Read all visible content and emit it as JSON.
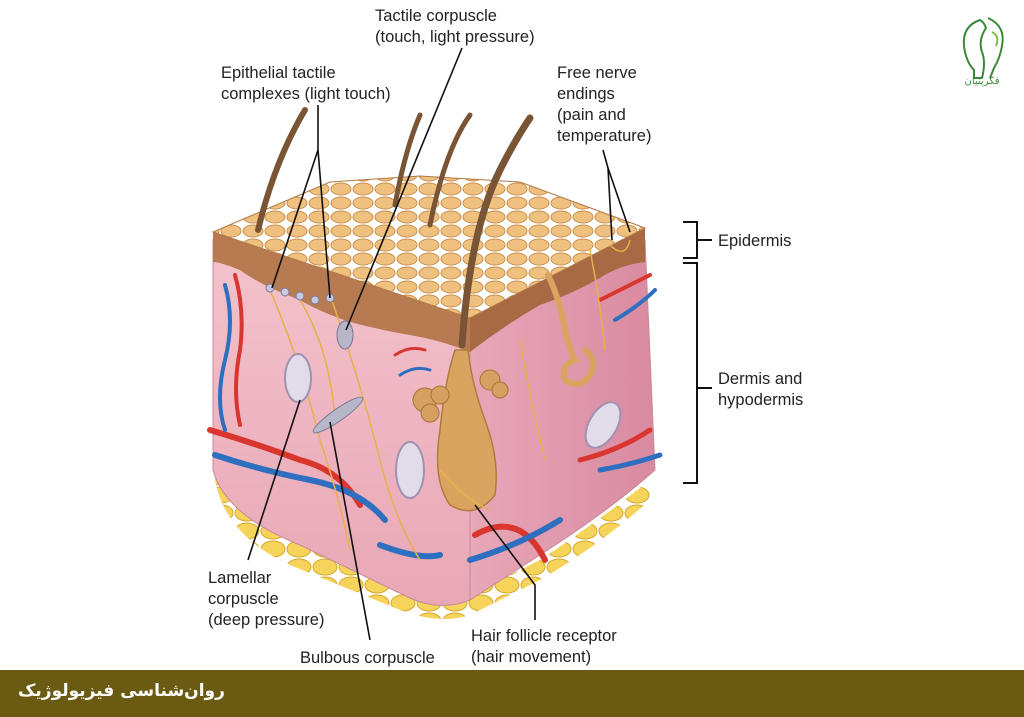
{
  "labels": {
    "tactile_corpuscle": "Tactile corpuscle\n(touch, light pressure)",
    "epithelial_tactile": "Epithelial tactile\ncomplexes (light touch)",
    "free_nerve": "Free nerve\nendings\n(pain and\ntemperature)",
    "epidermis": "Epidermis",
    "dermis": "Dermis and\nhypodermis",
    "lamellar": "Lamellar\ncorpuscle\n(deep pressure)",
    "bulbous": "Bulbous corpuscle",
    "hair_follicle": "Hair follicle receptor\n(hair movement)"
  },
  "logo": {
    "text": "فکرپنیان",
    "icon": "leaf-head-icon",
    "color": "#3a8a3a"
  },
  "footer": {
    "text": "روان‌شناسی فیزیولوژیک",
    "color": "#6b5a12"
  }
}
